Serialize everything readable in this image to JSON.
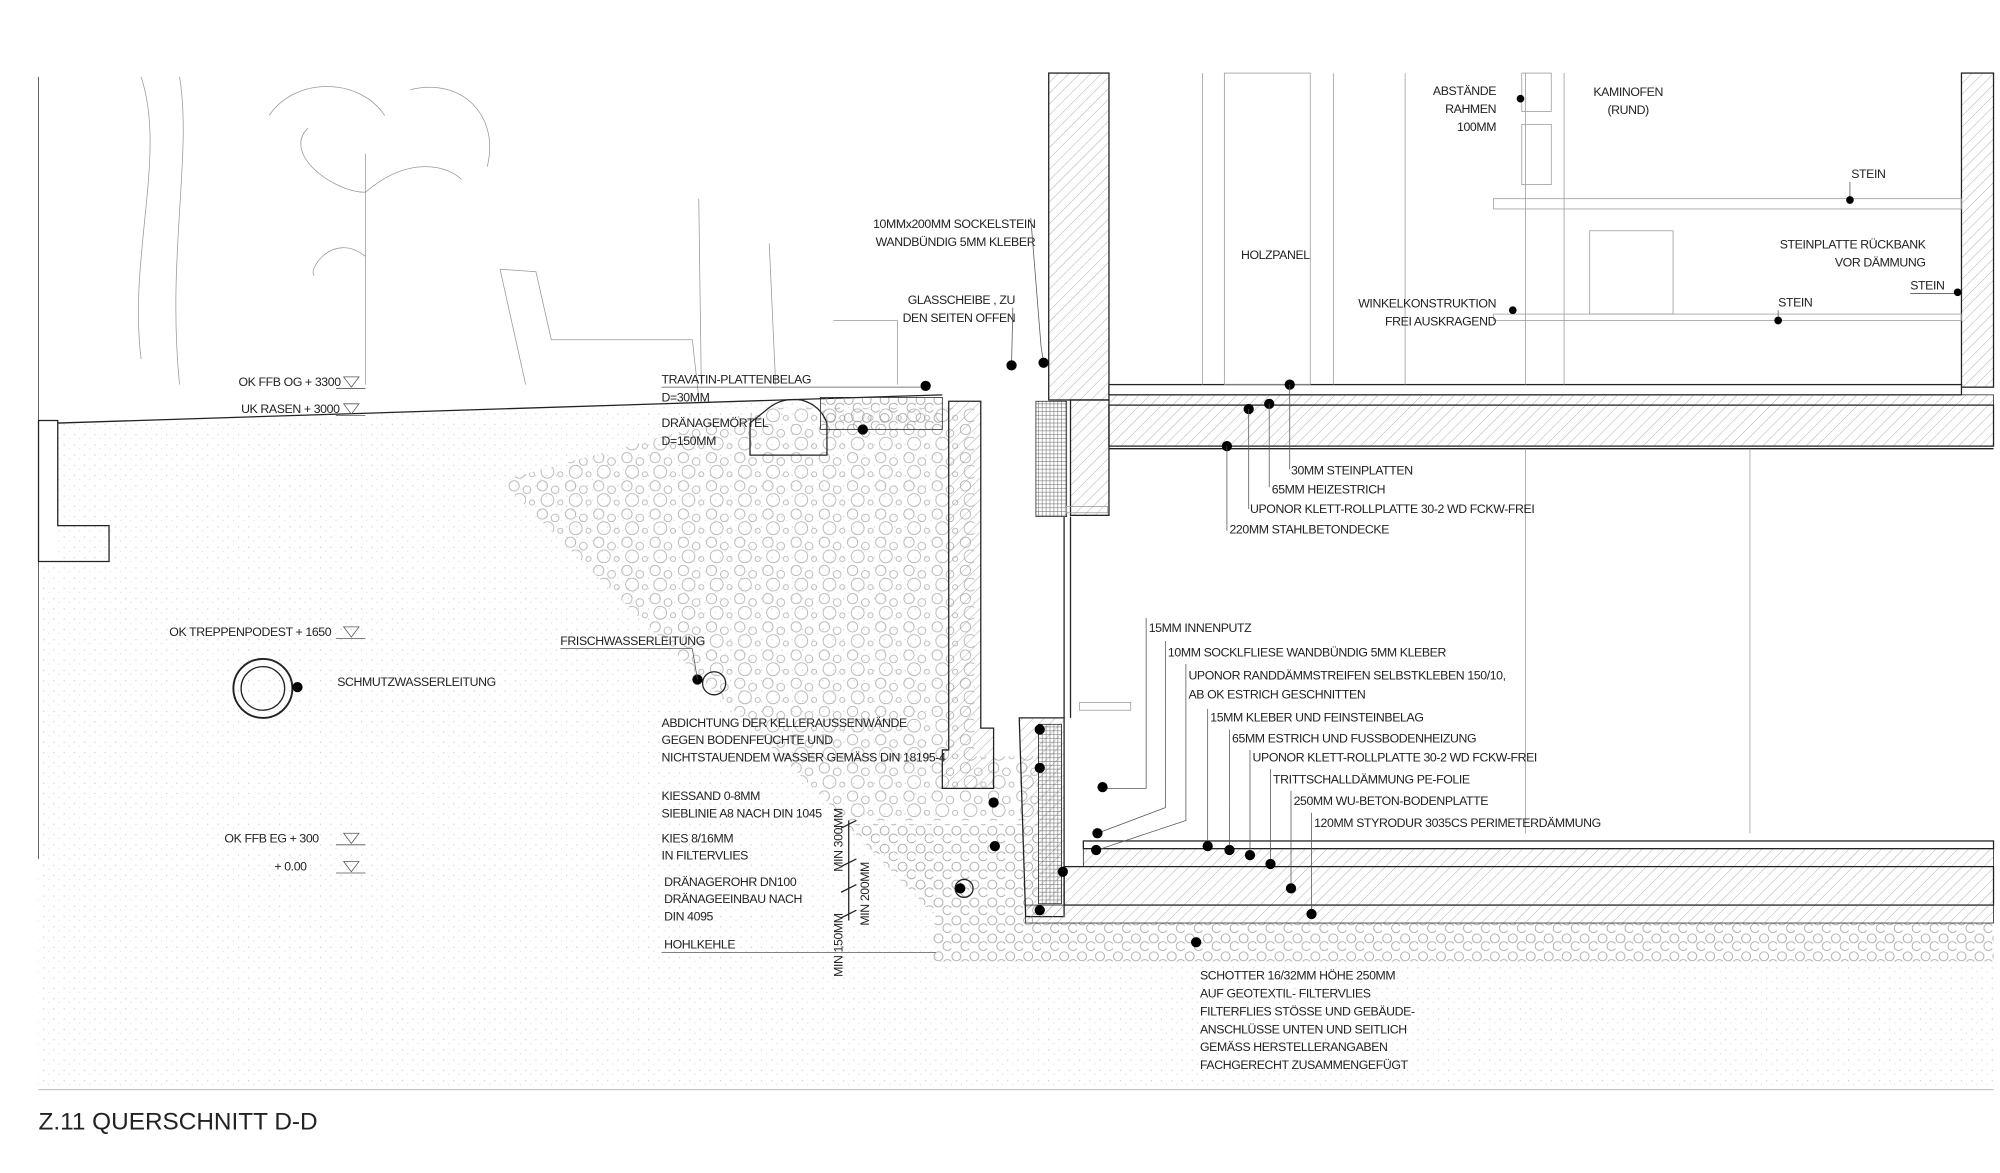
{
  "title": "Z.11  QUERSCHNITT D-D",
  "levels": {
    "ok_ffb_og": "OK FFB OG   + 3300",
    "uk_rasen": "UK RASEN   + 3000",
    "ok_treppenpodest": "OK TREPPENPODEST + 1650",
    "ok_ffb_eg": "OK FFB EG + 300",
    "zero": "+ 0.00"
  },
  "labels": {
    "schmutzwasser": "SCHMUTZWASSERLEITUNG",
    "frischwasser": "FRISCHWASSERLEITUNG",
    "sockelstein": [
      "10MMx200MM SOCKELSTEIN",
      "WANDBÜNDIG 5MM KLEBER"
    ],
    "glasscheibe": [
      "GLASSCHEIBE , ZU",
      "DEN SEITEN OFFEN"
    ],
    "travatin": [
      "TRAVATIN-PLATTENBELAG",
      "D=30MM"
    ],
    "draenagemoertel": [
      "DRÄNAGEMÖRTEL",
      "D=150MM"
    ],
    "abdichtung": [
      "ABDICHTUNG DER KELLERAUSSENWÄNDE",
      "GEGEN BODENFEUCHTE UND",
      "NICHTSTAUENDEM WASSER GEMÄSS DIN 18195-4"
    ],
    "kiessand": [
      "KIESSAND 0-8MM",
      "SIEBLINIE A8 NACH DIN 1045"
    ],
    "kies": [
      "KIES 8/16MM",
      "IN  FILTERVLIES"
    ],
    "draenagerohr": [
      "DRÄNAGEROHR DN100",
      "DRÄNAGEEINBAU NACH",
      "DIN 4095"
    ],
    "hohlkehle": "HOHLKEHLE",
    "dim_300": "MIN 300MM",
    "dim_200": "MIN 200MM",
    "dim_150": "MIN 150MM",
    "holzpanel": "HOLZPANEL",
    "abstaende": [
      "ABSTÄNDE",
      "RAHMEN",
      "100MM"
    ],
    "kaminofen": [
      "KAMINOFEN",
      "(RUND)"
    ],
    "stein1": "STEIN",
    "stein2": "STEIN",
    "stein3": "STEIN",
    "steinplatte": [
      "STEINPLATTE RÜCKBANK",
      "VOR DÄMMUNG"
    ],
    "winkel": [
      "WINKELKONSTRUKTION",
      "FREI AUSKRAGEND"
    ],
    "decke": [
      "30MM STEINPLATTEN",
      "65MM HEIZESTRICH",
      "UPONOR KLETT-ROLLPLATTE 30-2 WD FCKW-FREI",
      "220MM STAHLBETONDECKE"
    ],
    "boden": [
      "15MM INNENPUTZ",
      "10MM SOCKLFLIESE WANDBÜNDIG 5MM KLEBER",
      "UPONOR RANDDÄMMSTREIFEN SELBSTKLEBEN 150/10,",
      "AB OK ESTRICH GESCHNITTEN",
      "15MM KLEBER UND FEINSTEINBELAG",
      "65MM ESTRICH UND FUSSBODENHEIZUNG",
      "UPONOR KLETT-ROLLPLATTE 30-2 WD FCKW-FREI",
      "TRITTSCHALLDÄMMUNG PE-FOLIE",
      "250MM WU-BETON-BODENPLATTE",
      "120MM STYRODUR 3035CS PERIMETERDÄMMUNG"
    ],
    "schotter": [
      "SCHOTTER 16/32MM HÖHE 250MM",
      "AUF GEOTEXTIL- FILTERVLIES",
      "FILTERFLIES STÖSSE UND GEBÄUDE-",
      "ANSCHLÜSSE UNTEN UND SEITLICH",
      "GEMÄSS HERSTELLERANGABEN",
      "FACHGERECHT ZUSAMMENGEFÜGT"
    ]
  }
}
